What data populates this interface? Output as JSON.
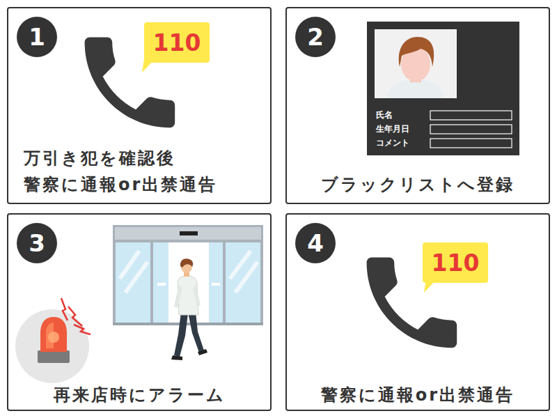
{
  "diagram": {
    "nodes": [
      {
        "text": [
          "万引き犯を確認後 警察に通報or出禁通告"
        ]
      },
      {
        "text": [
          "1"
        ],
        "in": 0
      },
      {
        "text": [
          "110"
        ],
        "in": 0
      },
      {
        "text": [
          "ブラックリストへ登録"
        ]
      },
      {
        "text": [
          "2"
        ],
        "in": 3
      },
      {
        "text": [
          "氏名",
          "生年月日",
          "コメント"
        ],
        "in": 3
      },
      {
        "text": [
          "再来店時にアラーム"
        ]
      },
      {
        "text": [
          "3"
        ],
        "in": 6
      },
      {
        "text": [
          "警察に通報or出禁通告"
        ]
      },
      {
        "text": [
          "4"
        ],
        "in": 8
      },
      {
        "text": [
          "110"
        ],
        "in": 8
      }
    ]
  }
}
